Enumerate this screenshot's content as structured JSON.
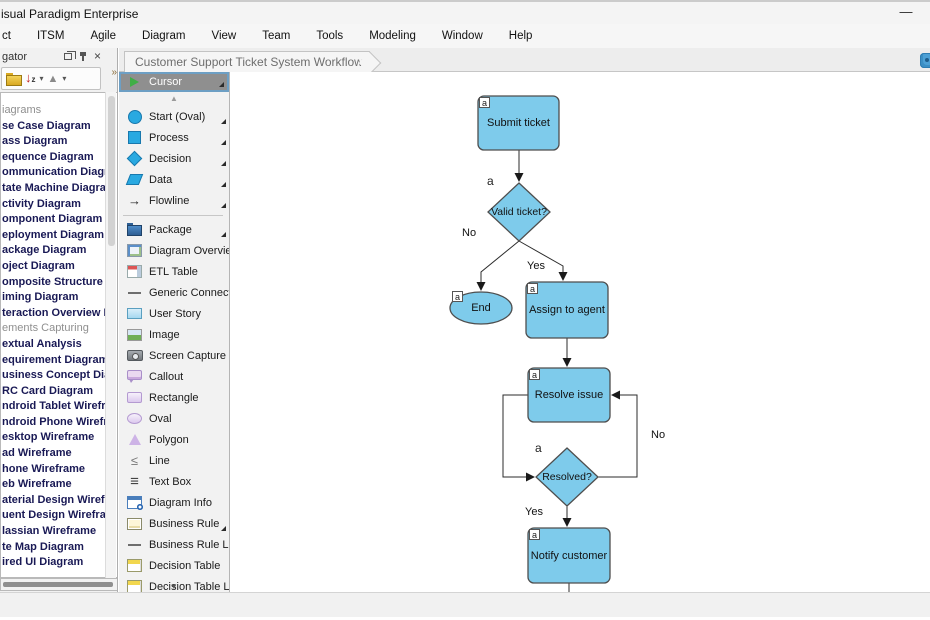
{
  "window": {
    "title": "isual Paradigm Enterprise",
    "minimize_label": "—"
  },
  "menu_items": [
    "ct",
    "ITSM",
    "Agile",
    "Diagram",
    "View",
    "Team",
    "Tools",
    "Modeling",
    "Window",
    "Help"
  ],
  "navigator": {
    "title": "gator",
    "overflow_chevrons": "»",
    "tree_items": [
      {
        "label": "iagrams",
        "muted": true
      },
      {
        "label": "se Case Diagram",
        "muted": false
      },
      {
        "label": "ass Diagram",
        "muted": false
      },
      {
        "label": "equence Diagram",
        "muted": false
      },
      {
        "label": "ommunication Diagram",
        "muted": false
      },
      {
        "label": "tate Machine Diagram",
        "muted": false
      },
      {
        "label": "ctivity Diagram",
        "muted": false
      },
      {
        "label": "omponent Diagram",
        "muted": false
      },
      {
        "label": "eployment Diagram",
        "muted": false
      },
      {
        "label": "ackage Diagram",
        "muted": false
      },
      {
        "label": "oject Diagram",
        "muted": false
      },
      {
        "label": "omposite Structure Diagram",
        "muted": false
      },
      {
        "label": "iming Diagram",
        "muted": false
      },
      {
        "label": "teraction Overview Diagram",
        "muted": false
      },
      {
        "label": "ements Capturing",
        "muted": true
      },
      {
        "label": "extual Analysis",
        "muted": false
      },
      {
        "label": "equirement Diagram",
        "muted": false
      },
      {
        "label": "usiness Concept Diagram",
        "muted": false
      },
      {
        "label": "RC Card Diagram",
        "muted": false
      },
      {
        "label": "ndroid Tablet Wireframe",
        "muted": false
      },
      {
        "label": "ndroid Phone Wireframe",
        "muted": false
      },
      {
        "label": "esktop Wireframe",
        "muted": false
      },
      {
        "label": "ad Wireframe",
        "muted": false
      },
      {
        "label": "hone Wireframe",
        "muted": false
      },
      {
        "label": "eb Wireframe",
        "muted": false
      },
      {
        "label": "aterial Design Wireframe",
        "muted": false
      },
      {
        "label": "uent Design Wireframe",
        "muted": false
      },
      {
        "label": "lassian Wireframe",
        "muted": false
      },
      {
        "label": "te Map Diagram",
        "muted": false
      },
      {
        "label": "ired UI Diagram",
        "muted": false
      }
    ]
  },
  "palette": {
    "items": [
      {
        "label": "Cursor",
        "icon": "cursor",
        "selected": true,
        "submenu": true
      },
      {
        "label": "Start (Oval)",
        "icon": "oval-blue",
        "submenu": true
      },
      {
        "label": "Process",
        "icon": "square-blue",
        "submenu": true
      },
      {
        "label": "Decision",
        "icon": "diamond-blue",
        "submenu": true
      },
      {
        "label": "Data",
        "icon": "parallelogram-blue",
        "submenu": true
      },
      {
        "label": "Flowline",
        "icon": "flowline",
        "submenu": true
      },
      {
        "label": "Package",
        "icon": "package",
        "submenu": true,
        "group_start": true
      },
      {
        "label": "Diagram Overview",
        "icon": "diagram-overview"
      },
      {
        "label": "ETL Table",
        "icon": "etl-table"
      },
      {
        "label": "Generic Connector",
        "icon": "connector-line"
      },
      {
        "label": "User Story",
        "icon": "user-story"
      },
      {
        "label": "Image",
        "icon": "image"
      },
      {
        "label": "Screen Capture",
        "icon": "camera"
      },
      {
        "label": "Callout",
        "icon": "callout"
      },
      {
        "label": "Rectangle",
        "icon": "rect-purple"
      },
      {
        "label": "Oval",
        "icon": "oval-purple"
      },
      {
        "label": "Polygon",
        "icon": "triangle-purple"
      },
      {
        "label": "Line",
        "icon": "zigzag"
      },
      {
        "label": "Text Box",
        "icon": "textbox"
      },
      {
        "label": "Diagram Info",
        "icon": "diagram-info"
      },
      {
        "label": "Business Rule",
        "icon": "business-rule",
        "submenu": true
      },
      {
        "label": "Business Rule Link",
        "icon": "connector-line"
      },
      {
        "label": "Decision Table",
        "icon": "decision-table"
      },
      {
        "label": "Decision Table Link",
        "icon": "decision-table"
      }
    ]
  },
  "tab": {
    "title": "Customer Support Ticket System Workflow"
  },
  "diagram": {
    "badge": "a",
    "nodes": {
      "submit": {
        "label": "Submit ticket",
        "type": "process"
      },
      "valid": {
        "label": "Valid ticket?",
        "type": "decision"
      },
      "end": {
        "label": "End",
        "type": "terminator"
      },
      "assign": {
        "label": "Assign to agent",
        "type": "process"
      },
      "resolve": {
        "label": "Resolve issue",
        "type": "process"
      },
      "resolved": {
        "label": "Resolved?",
        "type": "decision"
      },
      "notify": {
        "label": "Notify customer",
        "type": "process"
      }
    },
    "edge_labels": {
      "valid_no": "No",
      "valid_yes": "Yes",
      "resolved_no": "No",
      "resolved_yes": "Yes"
    }
  },
  "colors": {
    "node_fill": "#7ECBEB",
    "node_border": "#4e4e4e",
    "selection_bg": "#8f8f8f",
    "selection_border": "#6d9fc4",
    "accent_blue": "#29a9e1",
    "tree_text": "#191955"
  }
}
